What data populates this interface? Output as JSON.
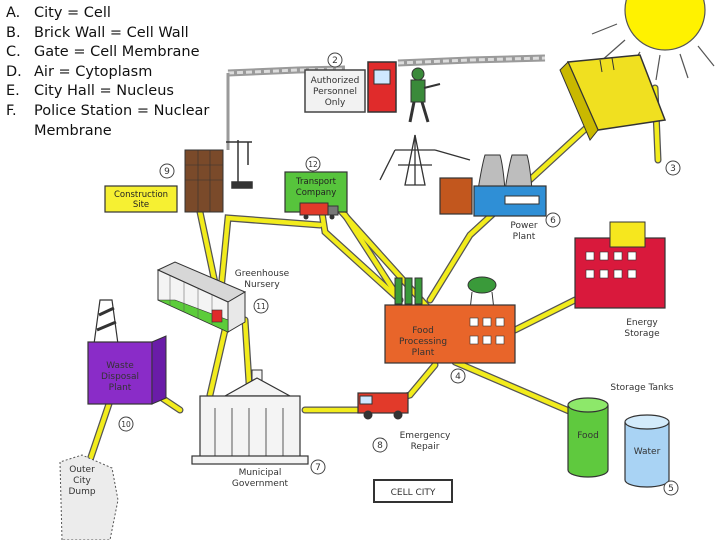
{
  "legend": [
    {
      "key": "A.",
      "text": "City = Cell"
    },
    {
      "key": "B.",
      "text": "Brick Wall = Cell Wall"
    },
    {
      "key": "C.",
      "text": "Gate = Cell Membrane"
    },
    {
      "key": "D.",
      "text": "Air = Cytoplasm"
    },
    {
      "key": "E.",
      "text": "City Hall = Nucleus"
    },
    {
      "key": "F.",
      "text": "Police Station = Nuclear Membrane"
    }
  ],
  "sign": {
    "line1": "Authorized",
    "line2": "Personnel",
    "line3": "Only"
  },
  "labels": {
    "construction_1": "Construction",
    "construction_2": "Site",
    "transport_1": "Transport",
    "transport_2": "Company",
    "power_1": "Power",
    "power_2": "Plant",
    "greenhouse_1": "Greenhouse",
    "greenhouse_2": "Nursery",
    "energy_1": "Energy",
    "energy_2": "Storage",
    "food_1": "Food",
    "food_2": "Processing",
    "food_3": "Plant",
    "waste_1": "Waste",
    "waste_2": "Disposal",
    "waste_3": "Plant",
    "storage_tanks": "Storage Tanks",
    "tank_food": "Food",
    "tank_water": "Water",
    "municipal_1": "Municipal",
    "municipal_2": "Government",
    "emergency_1": "Emergency",
    "emergency_2": "Repair",
    "dump_1": "Outer",
    "dump_2": "City",
    "dump_3": "Dump",
    "cell_city": "CELL CITY"
  },
  "numbers": {
    "n2": "2",
    "n3": "3",
    "n4": "4",
    "n5": "5",
    "n6": "6",
    "n7": "7",
    "n8": "8",
    "n9": "9",
    "n10": "10",
    "n11": "11",
    "n12": "12"
  },
  "colors": {
    "road": "#f2ec1c",
    "road_edge": "#555555",
    "wall": "#b8b8b8",
    "sun": "#fff200",
    "solar_panel": "#f0e020",
    "energy_storage": "#d9193c",
    "food_plant": "#e8652a",
    "power_plant": "#2f8fd6",
    "waste_plant": "#8a2cc8",
    "food_tank": "#5fc93e",
    "water_tank": "#a9d3f4",
    "transport": "#57c43c",
    "construction_sign": "#f6f032"
  }
}
